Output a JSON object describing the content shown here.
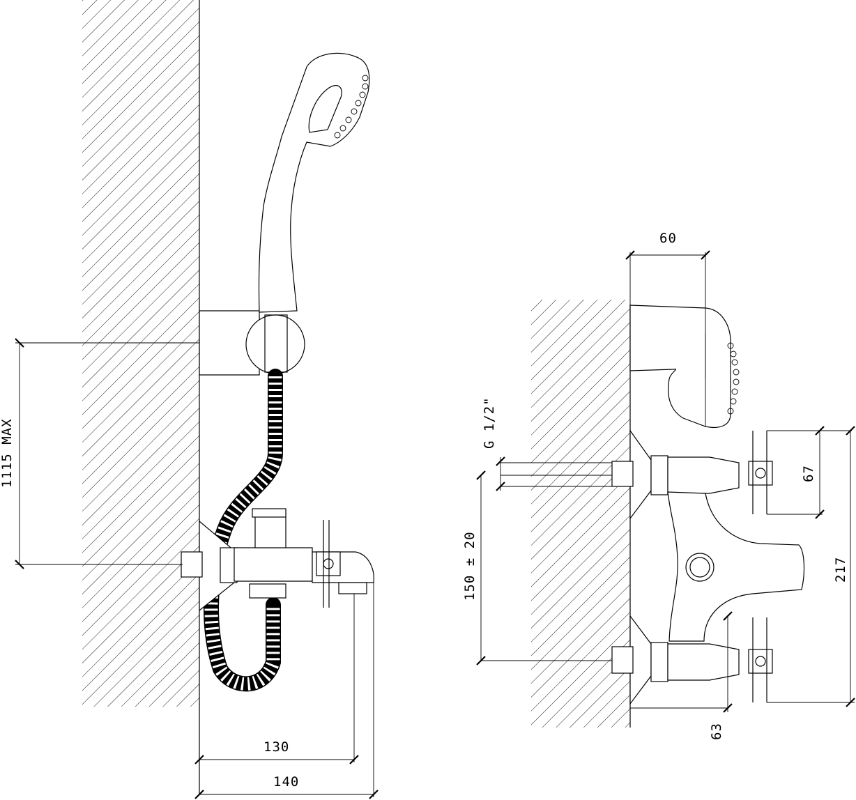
{
  "dimensions": {
    "side_height": "1115 MAX",
    "side_depth_130": "130",
    "side_depth_140": "140",
    "front_width": "60",
    "thread": "G 1/2\"",
    "centres": "150 ± 20",
    "front_67": "67",
    "front_217": "217",
    "front_63": "63"
  }
}
